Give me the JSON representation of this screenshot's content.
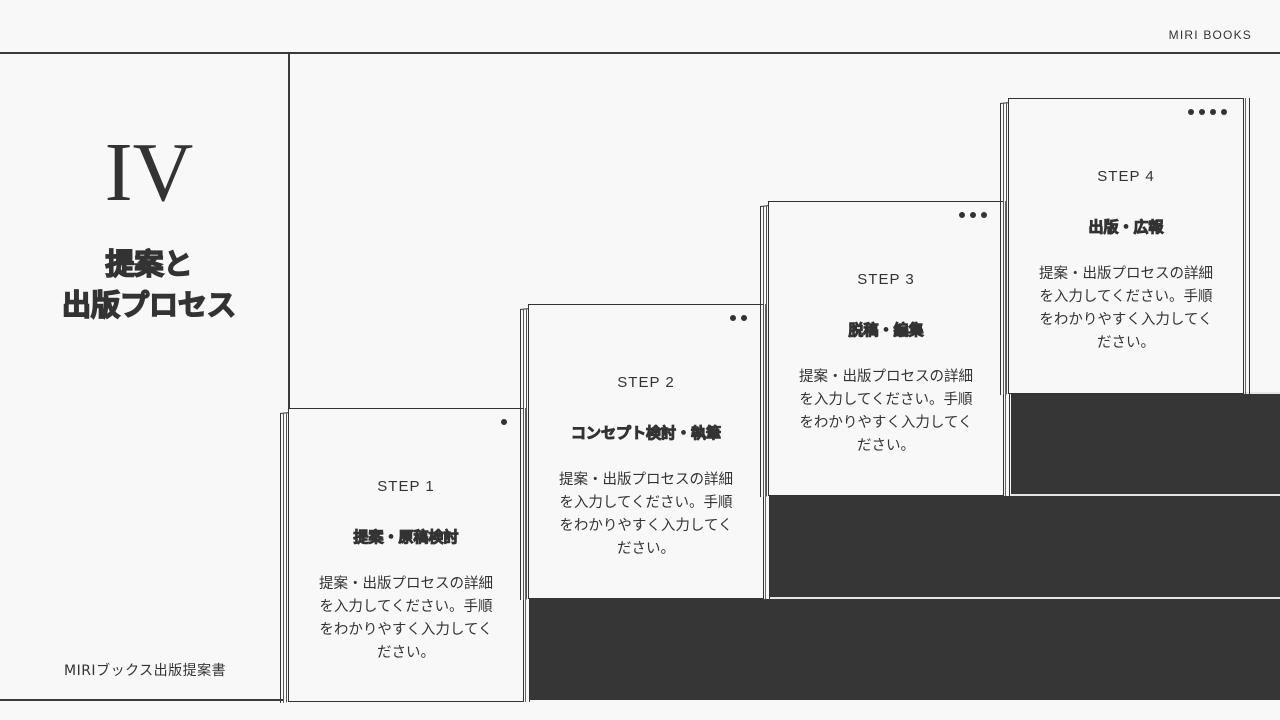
{
  "header": {
    "brand": "MIRI BOOKS"
  },
  "chapter": {
    "number": "IV",
    "title_line1": "提案と",
    "title_line2": "出版プロセス"
  },
  "footer": {
    "label": "MIRIブックス出版提案書"
  },
  "steps": [
    {
      "label": "STEP 1",
      "title": "提案・原稿検討",
      "dots": 1,
      "body": "提案・出版プロセスの詳細を入力してください。手順をわかりやすく入力してください。"
    },
    {
      "label": "STEP 2",
      "title": "コンセプト検討・執筆",
      "dots": 2,
      "body": "提案・出版プロセスの詳細を入力してください。手順をわかりやすく入力してください。"
    },
    {
      "label": "STEP 3",
      "title": "脱稿・編集",
      "dots": 3,
      "body": "提案・出版プロセスの詳細を入力してください。手順をわかりやすく入力してください。"
    },
    {
      "label": "STEP 4",
      "title": "出版・広報",
      "dots": 4,
      "body": "提案・出版プロセスの詳細を入力してください。手順をわかりやすく入力してください。"
    }
  ],
  "colors": {
    "background": "#f8f8f8",
    "ink": "#333333",
    "stair": "#363636"
  }
}
